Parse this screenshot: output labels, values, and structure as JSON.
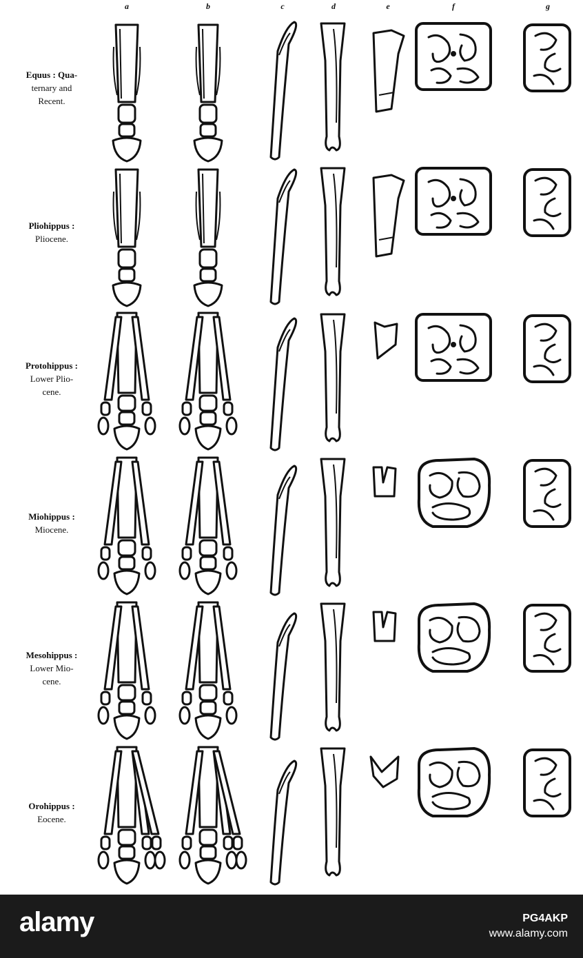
{
  "figure": {
    "column_letters": [
      "a",
      "b",
      "c",
      "d",
      "e",
      "f",
      "g"
    ],
    "rows": [
      {
        "id": "equus",
        "name": "Equus : Qua-",
        "epoch_lines": [
          "ternary and",
          "Recent."
        ],
        "toes": 1,
        "splints": true
      },
      {
        "id": "pliohippus",
        "name": "Pliohippus :",
        "epoch_lines": [
          "Pliocene."
        ],
        "toes": 1,
        "splints": true
      },
      {
        "id": "protohippus",
        "name": "Protohippus :",
        "epoch_lines": [
          "Lower Plio-",
          "cene."
        ],
        "toes": 3,
        "splints": false
      },
      {
        "id": "miohippus",
        "name": "Miohippus :",
        "epoch_lines": [
          "Miocene."
        ],
        "toes": 3,
        "splints": false
      },
      {
        "id": "mesohippus",
        "name": "Mesohippus :",
        "epoch_lines": [
          "Lower Mio-",
          "cene."
        ],
        "toes": 3,
        "splints": false
      },
      {
        "id": "orohippus",
        "name": "Orohippus :",
        "epoch_lines": [
          "Eocene."
        ],
        "toes": 4,
        "splints": false
      }
    ]
  },
  "footer": {
    "brand": "alamy",
    "image_id": "PG4AKP",
    "url": "www.alamy.com"
  },
  "colors": {
    "ink": "#111111",
    "paper": "#ffffff",
    "footer_bg": "#1b1b1b"
  }
}
